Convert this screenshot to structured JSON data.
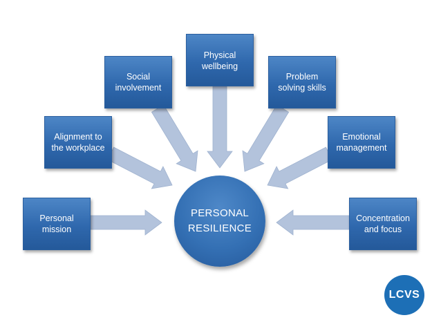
{
  "center": {
    "label": "PERSONAL\nRESILIENCE"
  },
  "factors": [
    {
      "id": "personal-mission",
      "label": "Personal\nmission"
    },
    {
      "id": "alignment-workplace",
      "label": "Alignment to\nthe workplace"
    },
    {
      "id": "social-involvement",
      "label": "Social\ninvolvement"
    },
    {
      "id": "physical-wellbeing",
      "label": "Physical\nwellbeing"
    },
    {
      "id": "problem-solving",
      "label": "Problem\nsolving skills"
    },
    {
      "id": "emotional-management",
      "label": "Emotional\nmanagement"
    },
    {
      "id": "concentration-focus",
      "label": "Concentration\nand focus"
    }
  ],
  "logo": {
    "text": "LCVS"
  },
  "colors": {
    "box_fill": "#2f68ad",
    "arrow_fill": "#b7c6de",
    "logo": "#1d6fb6"
  }
}
